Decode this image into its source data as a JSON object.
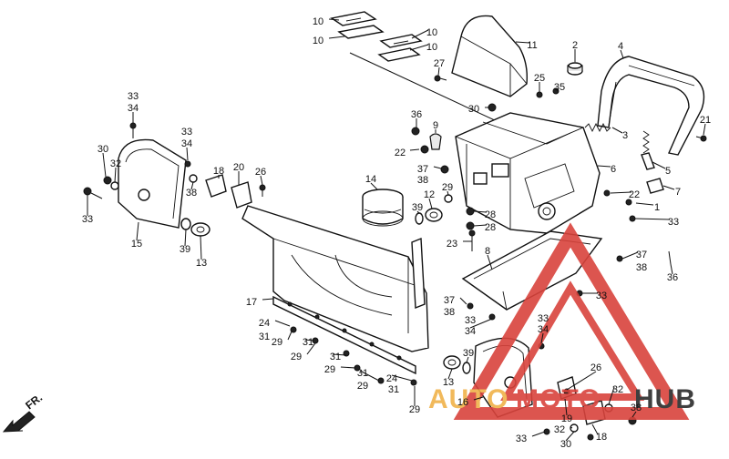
{
  "diagram": {
    "callouts": [
      {
        "id": "c10a",
        "label": "10"
      },
      {
        "id": "c10b",
        "label": "10"
      },
      {
        "id": "c10c",
        "label": "10"
      },
      {
        "id": "c10d",
        "label": "10"
      },
      {
        "id": "c11",
        "label": "11"
      },
      {
        "id": "c2",
        "label": "2"
      },
      {
        "id": "c4",
        "label": "4"
      },
      {
        "id": "c27",
        "label": "27"
      },
      {
        "id": "c25",
        "label": "25"
      },
      {
        "id": "c35",
        "label": "35"
      },
      {
        "id": "c30a",
        "label": "30"
      },
      {
        "id": "c21",
        "label": "21"
      },
      {
        "id": "c3",
        "label": "3"
      },
      {
        "id": "c36a",
        "label": "36"
      },
      {
        "id": "c9",
        "label": "9"
      },
      {
        "id": "c22a",
        "label": "22"
      },
      {
        "id": "c37a",
        "label": "37"
      },
      {
        "id": "c38a",
        "label": "38"
      },
      {
        "id": "c5",
        "label": "5"
      },
      {
        "id": "c6",
        "label": "6"
      },
      {
        "id": "c7",
        "label": "7"
      },
      {
        "id": "c22b",
        "label": "22"
      },
      {
        "id": "c1",
        "label": "1"
      },
      {
        "id": "c33a",
        "label": "33"
      },
      {
        "id": "c33b",
        "label": "33"
      },
      {
        "id": "c34a",
        "label": "34"
      },
      {
        "id": "c33c",
        "label": "33"
      },
      {
        "id": "c34b",
        "label": "34"
      },
      {
        "id": "c30b",
        "label": "30"
      },
      {
        "id": "c32a",
        "label": "32"
      },
      {
        "id": "c18a",
        "label": "18"
      },
      {
        "id": "c20",
        "label": "20"
      },
      {
        "id": "c26a",
        "label": "26"
      },
      {
        "id": "c14",
        "label": "14"
      },
      {
        "id": "c38b",
        "label": "38"
      },
      {
        "id": "c33d",
        "label": "33"
      },
      {
        "id": "c15",
        "label": "15"
      },
      {
        "id": "c39a",
        "label": "39"
      },
      {
        "id": "c13a",
        "label": "13"
      },
      {
        "id": "c12",
        "label": "12"
      },
      {
        "id": "c29a",
        "label": "29"
      },
      {
        "id": "c39b",
        "label": "39"
      },
      {
        "id": "c28a",
        "label": "28"
      },
      {
        "id": "c28b",
        "label": "28"
      },
      {
        "id": "c23",
        "label": "23"
      },
      {
        "id": "c8",
        "label": "8"
      },
      {
        "id": "c37b",
        "label": "37"
      },
      {
        "id": "c38c",
        "label": "38"
      },
      {
        "id": "c36b",
        "label": "36"
      },
      {
        "id": "c33e",
        "label": "33"
      },
      {
        "id": "c37c",
        "label": "37"
      },
      {
        "id": "c38d",
        "label": "38"
      },
      {
        "id": "c33f",
        "label": "33"
      },
      {
        "id": "c34c",
        "label": "34"
      },
      {
        "id": "c33g",
        "label": "33"
      },
      {
        "id": "c34d",
        "label": "34"
      },
      {
        "id": "c17",
        "label": "17"
      },
      {
        "id": "c24a",
        "label": "24"
      },
      {
        "id": "c31a",
        "label": "31"
      },
      {
        "id": "c29b",
        "label": "29"
      },
      {
        "id": "c31b",
        "label": "31"
      },
      {
        "id": "c29c",
        "label": "29"
      },
      {
        "id": "c31c",
        "label": "31"
      },
      {
        "id": "c29d",
        "label": "29"
      },
      {
        "id": "c31d",
        "label": "31"
      },
      {
        "id": "c24b",
        "label": "24"
      },
      {
        "id": "c29e",
        "label": "29"
      },
      {
        "id": "c31e",
        "label": "31"
      },
      {
        "id": "c29f",
        "label": "29"
      },
      {
        "id": "c39c",
        "label": "39"
      },
      {
        "id": "c13b",
        "label": "13"
      },
      {
        "id": "c26b",
        "label": "26"
      },
      {
        "id": "c32b",
        "label": "32"
      },
      {
        "id": "c16",
        "label": "16"
      },
      {
        "id": "c19",
        "label": "19"
      },
      {
        "id": "c18b",
        "label": "18"
      },
      {
        "id": "c38e",
        "label": "38"
      },
      {
        "id": "c33h",
        "label": "33"
      },
      {
        "id": "c32c",
        "label": "32"
      },
      {
        "id": "c30c",
        "label": "30"
      }
    ],
    "direction_label": "FR.",
    "watermark": {
      "text_auto": "AUTO",
      "text_moto": "MOTO",
      "text_hub": "HUB",
      "accent_color": "#d9433c",
      "accent_color_light": "#f0b24a",
      "dark_color": "#2b2b2b"
    }
  }
}
